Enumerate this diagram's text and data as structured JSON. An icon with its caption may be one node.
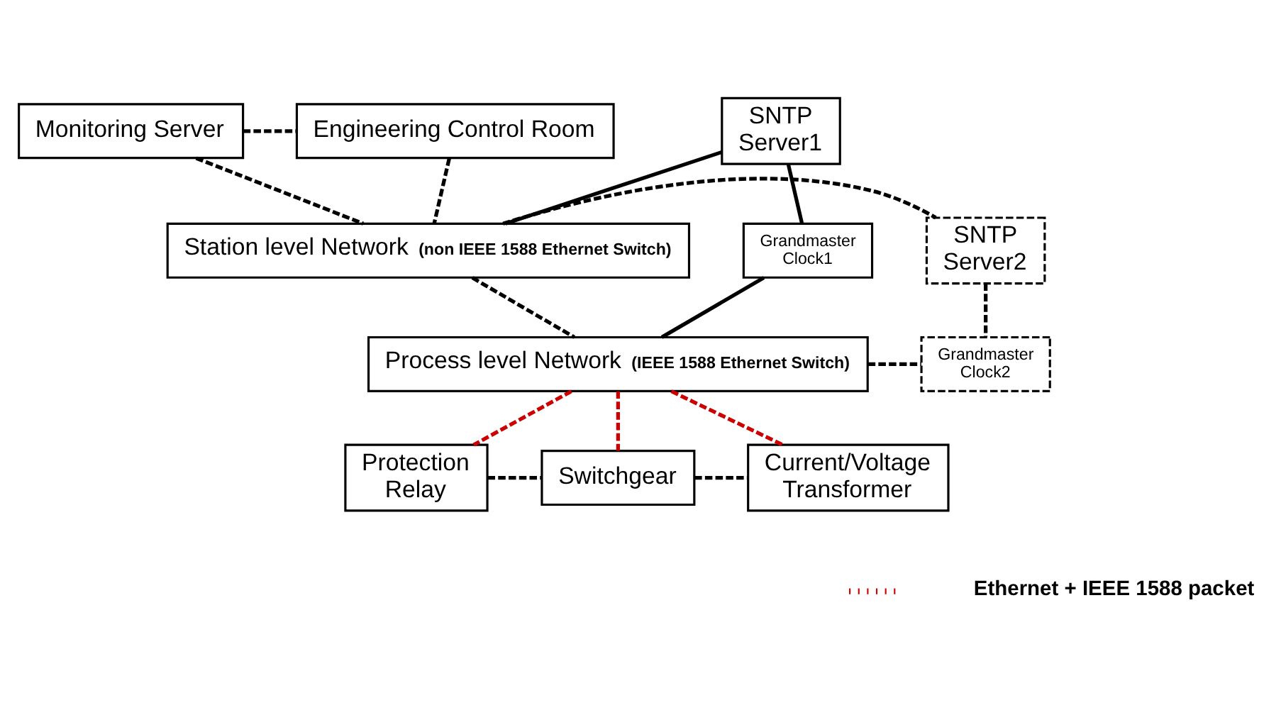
{
  "diagram": {
    "nodes": [
      {
        "text": [
          "Monitoring Server"
        ]
      },
      {
        "text": [
          "Engineering Control Room"
        ]
      },
      {
        "text": [
          "SNTP Server1"
        ]
      },
      {
        "text": [
          "Station level Network",
          "(non IEEE 1588 Ethernet Switch)"
        ]
      },
      {
        "text": [
          "SNTP Server2"
        ]
      },
      {
        "text": [
          "Grandmaster Clock1"
        ]
      },
      {
        "text": [
          "Process level Network",
          "(IEEE 1588 Ethernet Switch)"
        ]
      },
      {
        "text": [
          "Grandmaster Clock2"
        ]
      },
      {
        "text": [
          "Protection Relay"
        ]
      },
      {
        "text": [
          "Switchgear"
        ]
      },
      {
        "text": [
          "Current/Voltage Transformer"
        ]
      }
    ],
    "edges": [
      {
        "from": 0,
        "to": 1,
        "arrow": "none",
        "style": "dashed"
      },
      {
        "from": 0,
        "to": 3,
        "arrow": "none",
        "style": "dashed"
      },
      {
        "from": 1,
        "to": 3,
        "arrow": "none",
        "style": "dashed"
      },
      {
        "from": 2,
        "to": 3,
        "arrow": "none"
      },
      {
        "from": 3,
        "to": 4,
        "arrow": "none",
        "style": "dashed"
      },
      {
        "from": 2,
        "to": 5,
        "arrow": "none"
      },
      {
        "from": 3,
        "to": 6,
        "arrow": "none",
        "style": "dashed"
      },
      {
        "from": 5,
        "to": 6,
        "arrow": "none"
      },
      {
        "from": 4,
        "to": 7,
        "arrow": "none",
        "style": "dashed"
      },
      {
        "from": 6,
        "to": 7,
        "arrow": "none",
        "style": "dashed"
      },
      {
        "from": 6,
        "to": 8,
        "arrow": "none",
        "style": "dashed",
        "color": "#cc0000"
      },
      {
        "from": 6,
        "to": 9,
        "arrow": "none",
        "style": "dashed",
        "color": "#cc0000"
      },
      {
        "from": 6,
        "to": 10,
        "arrow": "none",
        "style": "dashed",
        "color": "#cc0000"
      },
      {
        "from": 8,
        "to": 9,
        "arrow": "none",
        "style": "dashed"
      },
      {
        "from": 9,
        "to": 10,
        "arrow": "none",
        "style": "dashed"
      }
    ],
    "legend": [
      {
        "text": "Ethernet + IEEE 1588 packet"
      }
    ]
  }
}
